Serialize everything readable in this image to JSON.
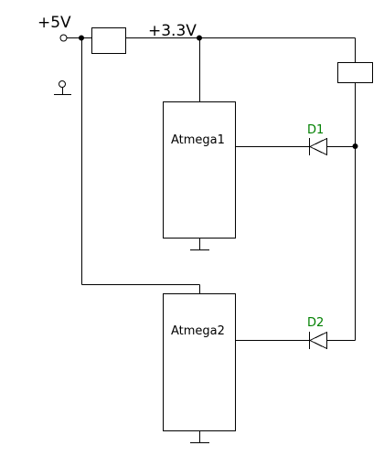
{
  "labels": {
    "supply_5v": "+5V",
    "supply_3v3": "+3.3V",
    "chip1": "Atmega1",
    "chip2": "Atmega2",
    "diode1": "D1",
    "diode2": "D2"
  },
  "colors": {
    "wire": "#000000",
    "diode_label": "#008000",
    "background": "#ffffff"
  },
  "icons": {
    "ground": "ground-icon",
    "diode": "diode-icon",
    "input_terminal": "open-terminal-icon"
  }
}
